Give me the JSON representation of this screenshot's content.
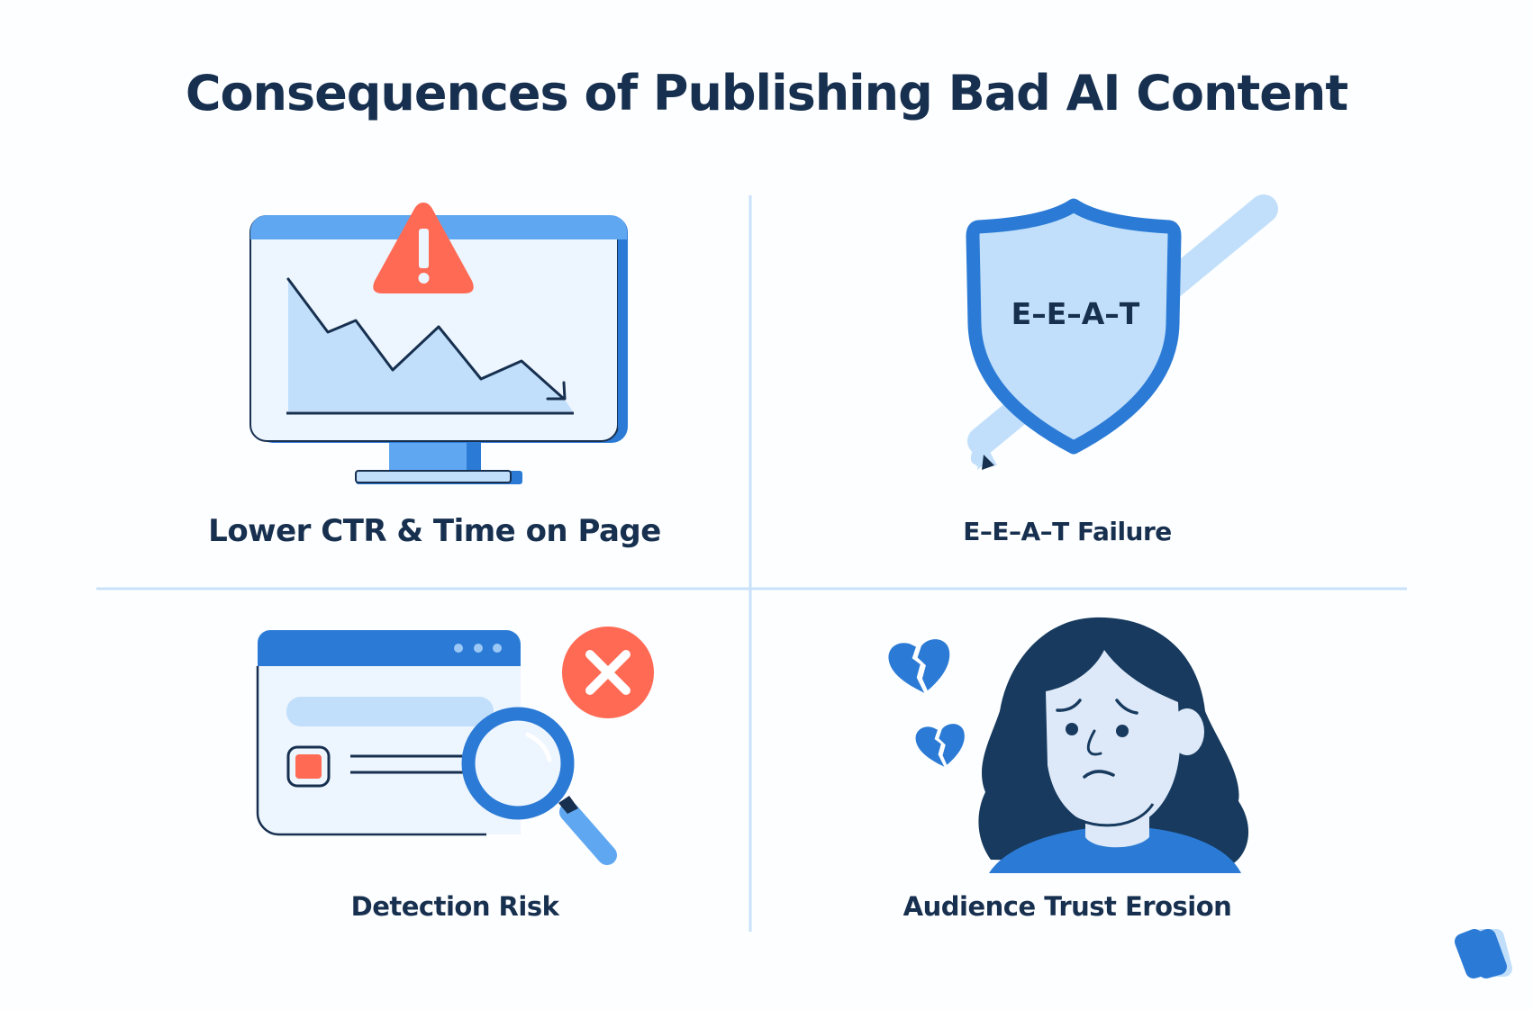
{
  "title": "Consequences of Publishing Bad AI Content",
  "colors": {
    "text_dark": "#17304f",
    "primary_blue": "#2b7bd6",
    "light_blue": "#5fa7f1",
    "pale_blue": "#c1dffb",
    "screen_bg": "#edf5fe",
    "alert_red": "#ff6a55",
    "divider": "#c9e1fa",
    "hair_navy": "#173a5e"
  },
  "quadrants": [
    {
      "label": "Lower CTR & Time on Page",
      "icon": "monitor-declining-chart-with-warning-icon"
    },
    {
      "label": "E–E–A–T Failure",
      "icon": "shield-with-pen-icon",
      "shield_text": "E–E–A–T"
    },
    {
      "label": "Detection Risk",
      "icon": "browser-window-magnifier-with-x-icon"
    },
    {
      "label": "Audience Trust Erosion",
      "icon": "sad-woman-with-broken-hearts-icon"
    }
  ],
  "brand": {
    "logo": "w-logo-icon"
  }
}
